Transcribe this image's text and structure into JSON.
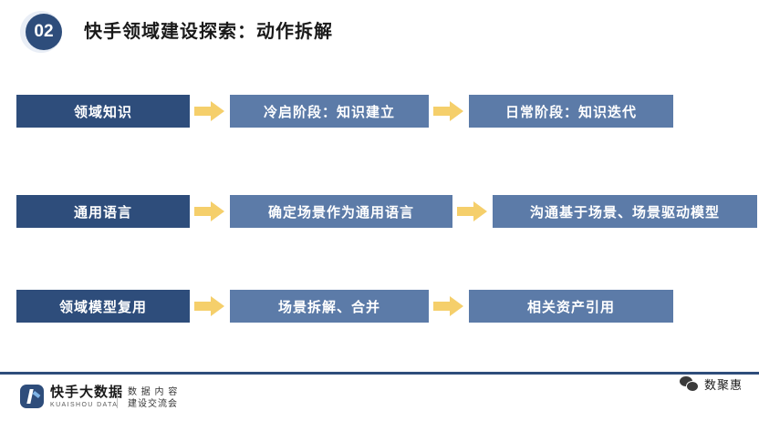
{
  "header": {
    "badge_number": "02",
    "title": "快手领域建设探索：动作拆解"
  },
  "diagram": {
    "rows": [
      {
        "name": "row-domain-knowledge",
        "nodes": [
          {
            "label": "领域知识",
            "style": "dark"
          },
          {
            "label": "冷启阶段：知识建立",
            "style": "light"
          },
          {
            "label": "日常阶段：知识迭代",
            "style": "light"
          }
        ]
      },
      {
        "name": "row-common-language",
        "nodes": [
          {
            "label": "通用语言",
            "style": "dark"
          },
          {
            "label": "确定场景作为通用语言",
            "style": "light"
          },
          {
            "label": "沟通基于场景、场景驱动模型",
            "style": "light"
          }
        ]
      },
      {
        "name": "row-model-reuse",
        "nodes": [
          {
            "label": "领域模型复用",
            "style": "dark"
          },
          {
            "label": "场景拆解、合并",
            "style": "light"
          },
          {
            "label": "相关资产引用",
            "style": "light"
          }
        ]
      }
    ],
    "arrow_color": "#f5cf6b",
    "dark_color": "#2e4d7b",
    "light_color": "#5c7ba8"
  },
  "footer": {
    "logo_cn": "快手大数据",
    "logo_en": "KUAISHOU DATA",
    "sub_line1": "数 据 内 容",
    "sub_line2": "建设交流会",
    "wechat_name": "数聚惠"
  }
}
